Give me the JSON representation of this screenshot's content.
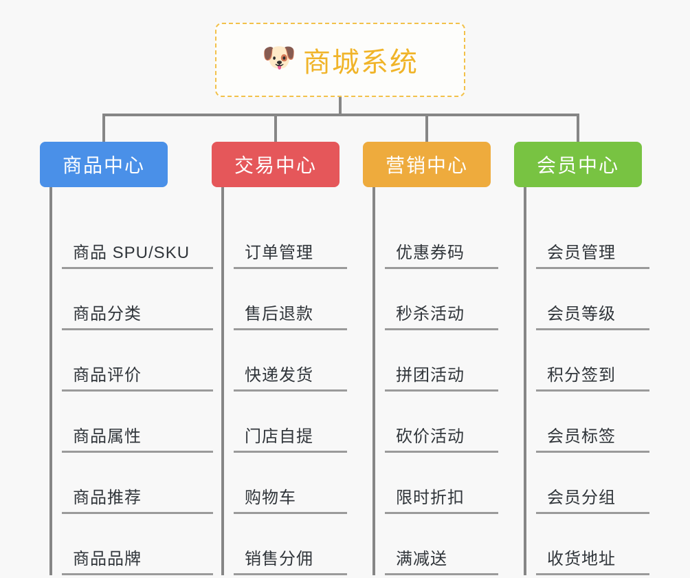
{
  "diagram": {
    "title": "商城系统",
    "root": {
      "label": "商城系统",
      "icon": "shiba-dog-face-emoji",
      "icon_glyph": "🐶",
      "text_color": "#f0b429",
      "border_color": "#f2c14a"
    },
    "background_color": "#f8f8f8",
    "connector_color": "#868686",
    "columns": [
      {
        "label": "商品中心",
        "color": "#4a90e8",
        "items": [
          {
            "label": "商品 SPU/SKU"
          },
          {
            "label": "商品分类"
          },
          {
            "label": "商品评价"
          },
          {
            "label": "商品属性"
          },
          {
            "label": "商品推荐"
          },
          {
            "label": "商品品牌"
          }
        ]
      },
      {
        "label": "交易中心",
        "color": "#e5575a",
        "items": [
          {
            "label": "订单管理"
          },
          {
            "label": "售后退款"
          },
          {
            "label": "快递发货"
          },
          {
            "label": "门店自提"
          },
          {
            "label": "购物车"
          },
          {
            "label": "销售分佣"
          }
        ]
      },
      {
        "label": "营销中心",
        "color": "#eeab3d",
        "items": [
          {
            "label": "优惠券码"
          },
          {
            "label": "秒杀活动"
          },
          {
            "label": "拼团活动"
          },
          {
            "label": "砍价活动"
          },
          {
            "label": "限时折扣"
          },
          {
            "label": "满减送"
          }
        ]
      },
      {
        "label": "会员中心",
        "color": "#78c342",
        "items": [
          {
            "label": "会员管理"
          },
          {
            "label": "会员等级"
          },
          {
            "label": "积分签到"
          },
          {
            "label": "会员标签"
          },
          {
            "label": "会员分组"
          },
          {
            "label": "收货地址"
          }
        ]
      }
    ]
  }
}
